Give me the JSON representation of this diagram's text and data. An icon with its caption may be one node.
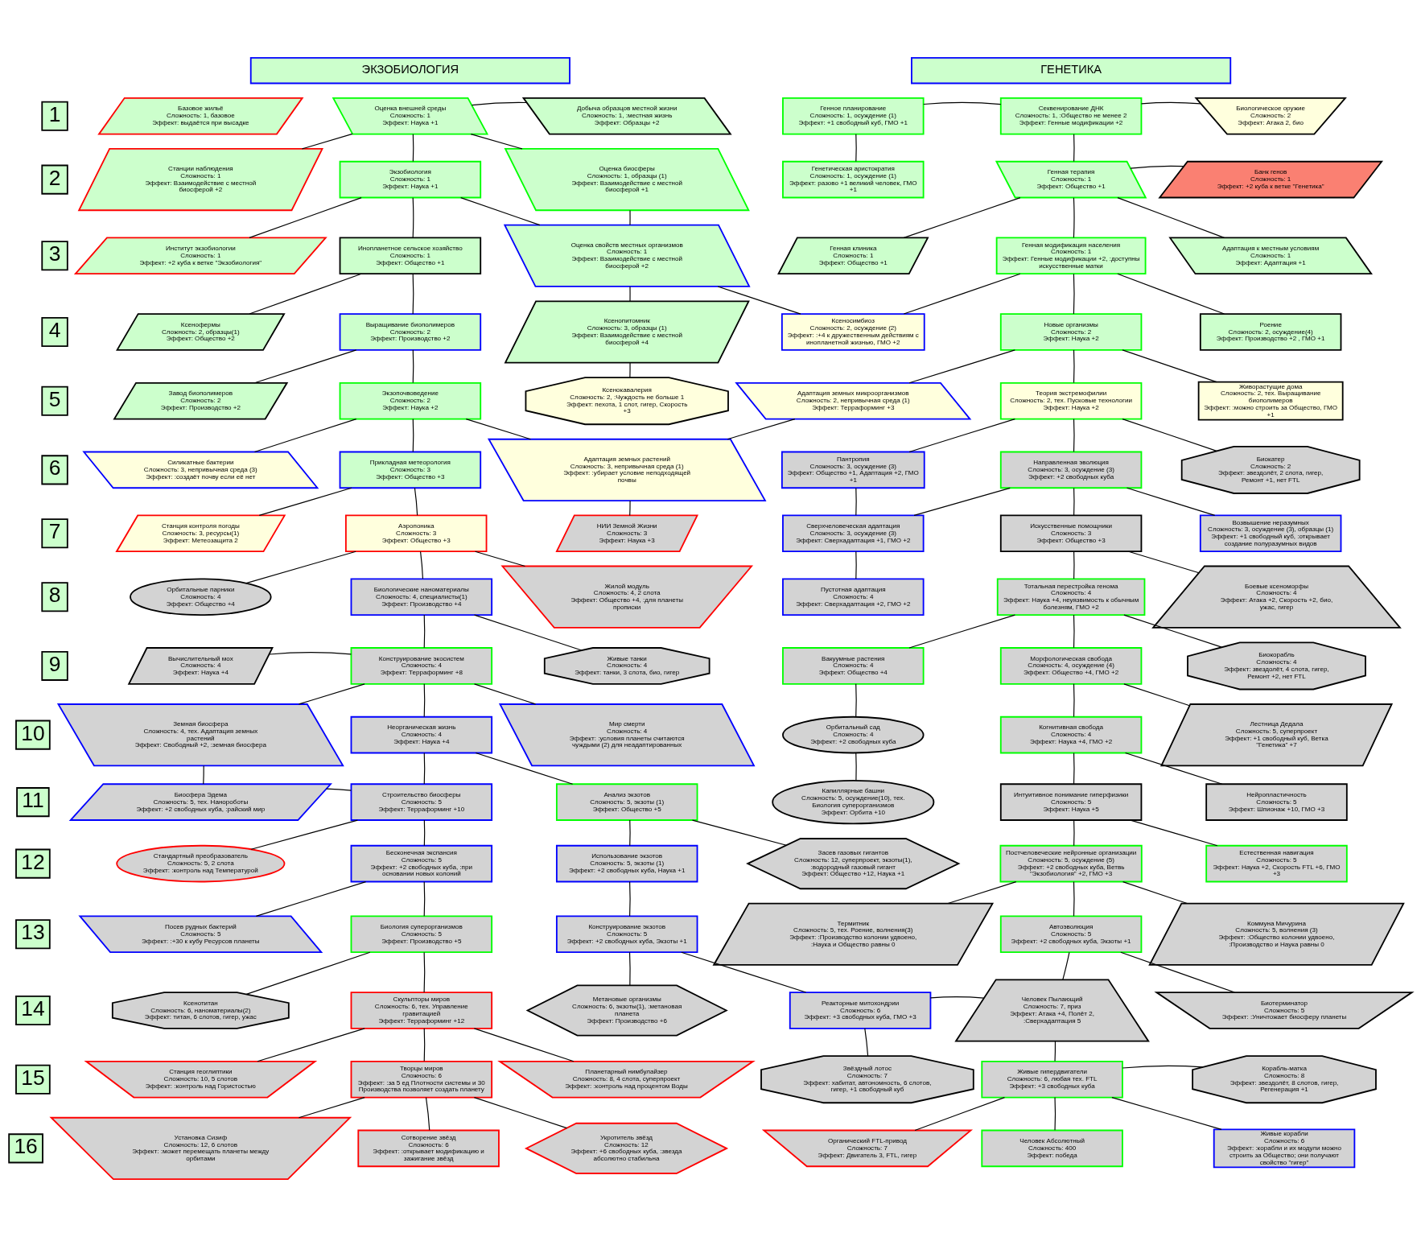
{
  "diagram": {
    "nodes": [
      {
        "text": [
          "ЭКЗОБИОЛОГИЯ"
        ]
      },
      {
        "text": [
          "ГЕНЕТИКА"
        ]
      },
      {
        "text": [
          "1"
        ]
      },
      {
        "text": [
          "Базовое жильё",
          "Сложность: 1, базовое",
          "Эффект: выдаётся при высадке"
        ]
      },
      {
        "text": [
          "Оценка внешней среды",
          "Сложность: 1",
          "Эффект: Наука +1"
        ]
      },
      {
        "text": [
          "Добыча образцов местной жизни",
          "Сложность: 1, :местная жизнь",
          "Эффект: Образцы +2"
        ]
      },
      {
        "text": [
          "Генное планирование",
          "Сложность: 1, осуждение (1)",
          "Эффект: +1 свободный куб, ГМО +1"
        ]
      },
      {
        "text": [
          "Секвенирование ДНК",
          "Сложность: 1, :Общество не менее 2",
          "Эффект: Генные модификации +2"
        ]
      },
      {
        "text": [
          "Биологическое оружие",
          "Сложность: 2",
          "Эффект: Атака 2, био"
        ]
      },
      {
        "text": [
          "2"
        ]
      },
      {
        "text": [
          "Станции наблюдения",
          "Сложность: 1",
          "Эффект: Взаимодействие с местной биосферой +2"
        ]
      },
      {
        "text": [
          "Экзобиология",
          "Сложность: 1",
          "Эффект: Наука +1"
        ]
      },
      {
        "text": [
          "Оценка биосферы",
          "Сложность: 1, образцы (1)",
          "Эффект: Взаимодействие с местной биосферой +1"
        ]
      },
      {
        "text": [
          "Генетическая аристократия",
          "Сложность: 1, осуждение (1)",
          "Эффект: разово +1 великий человек, ГМО +1"
        ]
      },
      {
        "text": [
          "Генная терапия",
          "Сложность: 1",
          "Эффект: Общество +1"
        ]
      },
      {
        "text": [
          "Банк генов",
          "Сложность: 1",
          "Эффект: +2 куба к ветке \"Генетика\""
        ]
      },
      {
        "text": [
          "3"
        ]
      },
      {
        "text": [
          "Институт экзобиологии",
          "Сложность: 1",
          "Эффект: +2 куба к ветке \"Экзобиология\""
        ]
      },
      {
        "text": [
          "Инопланетное сельское хозяйство",
          "Сложность: 1",
          "Эффект: Общество +1"
        ]
      },
      {
        "text": [
          "Оценка свойств местных организмов",
          "Сложность: 1",
          "Эффект: Взаимодействие с местной биосферой +2"
        ]
      },
      {
        "text": [
          "Генная клиника",
          "Сложность: 1",
          "Эффект: Общество +1"
        ]
      },
      {
        "text": [
          "Генная модификация населения",
          "Сложность: 1",
          "Эффект: Генные модификации +2, :доступны искусственные матки"
        ]
      },
      {
        "text": [
          "Адаптация к местным условиям",
          "Сложность: 1",
          "Эффект: Адаптация +1"
        ]
      },
      {
        "text": [
          "4"
        ]
      },
      {
        "text": [
          "Ксенофермы",
          "Сложность: 2, образцы(1)",
          "Эффект: Общество +2"
        ]
      },
      {
        "text": [
          "Выращивание биополимеров",
          "Сложность: 2",
          "Эффект: Производство +2"
        ]
      },
      {
        "text": [
          "Ксенопитомник",
          "Сложность: 3, образцы (1)",
          "Эффект: Взаимодействие с местной биосферой +4"
        ]
      },
      {
        "text": [
          "Ксеносимбиоз",
          "Сложность: 2, осуждение (2)",
          "Эффект: :+4 к дружественным действиям с инопланетной жизнью, ГМО +2"
        ]
      },
      {
        "text": [
          "Новые организмы",
          "Сложность: 2",
          "Эффект: Наука +2"
        ]
      },
      {
        "text": [
          "Роение",
          "Сложность: 2, осуждение(4)",
          "Эффект: Производство +2 , ГМО +1"
        ]
      },
      {
        "text": [
          "5"
        ]
      },
      {
        "text": [
          "Завод биополимеров",
          "Сложность: 2",
          "Эффект: Производство +2"
        ]
      },
      {
        "text": [
          "Экзопочвоведение",
          "Сложность: 2",
          "Эффект: Наука +2"
        ]
      },
      {
        "text": [
          "Ксенокавалерия",
          "Сложность: 2, :Чуждость не больше 1",
          "Эффект: пехота, 1 слот, гигер, Скорость +3"
        ]
      },
      {
        "text": [
          "Адаптация земных микроорганизмов",
          "Сложность: 2, непривычная среда (1)",
          "Эффект: Терраформинг +3"
        ]
      },
      {
        "text": [
          "Теория экстремофилии",
          "Сложность: 2, тех. Пусковые технологии",
          "Эффект: Наука +2"
        ]
      },
      {
        "text": [
          "Живорастущие дома",
          "Сложность: 2, тех. Выращивание биополимеров",
          "Эффект: :можно строить за Общество, ГМО +1"
        ]
      },
      {
        "text": [
          "6"
        ]
      },
      {
        "text": [
          "Силикатные бактерии",
          "Сложность: 3, непривычная среда (3)",
          "Эффект: :создаёт почву если её нет"
        ]
      },
      {
        "text": [
          "Прикладная метеорология",
          "Сложность: 3",
          "Эффект: Общество +3"
        ]
      },
      {
        "text": [
          "Адаптация земных растений",
          "Сложность: 3, непривычная среда (1)",
          "Эффект: :убирает условие неподходящей почвы"
        ]
      },
      {
        "text": [
          "Пантропия",
          "Сложность: 3, осуждение (3)",
          "Эффект: Общество +1, Адаптация +2, ГМО +1"
        ]
      },
      {
        "text": [
          "Направленная эволюция",
          "Сложность: 3, осуждение (3)",
          "Эффект: +2 свободных куба"
        ]
      },
      {
        "text": [
          "Биокатер",
          "Сложность: 2",
          "Эффект: звездолёт, 2 слота, гигер, Ремонт +1, нет FTL"
        ]
      },
      {
        "text": [
          "7"
        ]
      },
      {
        "text": [
          "Станция контроля погоды",
          "Сложность: 3, ресурсы(1)",
          "Эффект: Метеозащита 2"
        ]
      },
      {
        "text": [
          "Аэропоника",
          "Сложность: 3",
          "Эффект: Общество +3"
        ]
      },
      {
        "text": [
          "НИИ Земной Жизни",
          "Сложность: 3",
          "Эффект: Наука +3"
        ]
      },
      {
        "text": [
          "Сверхчеловеческая адаптация",
          "Сложность: 3, осуждение (3)",
          "Эффект: Сверхадаптация +1, ГМО +2"
        ]
      },
      {
        "text": [
          "Искусственные помощники",
          "Сложность: 3",
          "Эффект: Общество +3"
        ]
      },
      {
        "text": [
          "Возвышение неразумных",
          "Сложность: 3, осуждение (3), образцы (1)",
          "Эффект: +1 свободный куб, :открывает создание полуразумных видов"
        ]
      },
      {
        "text": [
          "8"
        ]
      },
      {
        "text": [
          "Орбитальные парники",
          "Сложность: 4",
          "Эффект: Общество +4"
        ]
      },
      {
        "text": [
          "Биологические наноматериалы",
          "Сложность: 4, специалисты(1)",
          "Эффект: Производство +4"
        ]
      },
      {
        "text": [
          "Жилой модуль",
          "Сложность: 4, 2 слота",
          "Эффект: Общество +4, :для планеты прописки"
        ]
      },
      {
        "text": [
          "Пустотная адаптация",
          "Сложность: 4",
          "Эффект: Сверхадаптация +2, ГМО +2"
        ]
      },
      {
        "text": [
          "Тотальная перестройка генома",
          "Сложность: 4",
          "Эффект: Наука +4, неуязвимость к обычным болезням, ГМО +2"
        ]
      },
      {
        "text": [
          "Боевые ксеноморфы",
          "Сложность: 4",
          "Эффект: Атака +2, Скорость +2, био, ужас, гигер"
        ]
      },
      {
        "text": [
          "9"
        ]
      },
      {
        "text": [
          "Вычислительный мох",
          "Сложность: 4",
          "Эффект: Наука +4"
        ]
      },
      {
        "text": [
          "Конструирование экосистем",
          "Сложность: 4",
          "Эффект: Терраформинг +8"
        ]
      },
      {
        "text": [
          "Живые танки",
          "Сложность: 4",
          "Эффект: танки, 3 слота, био, гигер"
        ]
      },
      {
        "text": [
          "Вакуумные растения",
          "Сложность: 4",
          "Эффект: Общество +4"
        ]
      },
      {
        "text": [
          "Морфологическая свобода",
          "Сложность: 4, осуждение (4)",
          "Эффект: Общество +4, ГМО +2"
        ]
      },
      {
        "text": [
          "Биокорабль",
          "Сложность: 4",
          "Эффект: звездолёт, 4 слота, гигер, Ремонт +2, нет FTL"
        ]
      },
      {
        "text": [
          "10"
        ]
      },
      {
        "text": [
          "Земная биосфера",
          "Сложность: 4, тех. Адаптация земных растений",
          "Эффект: Свободный +2, :земная биосфера"
        ]
      },
      {
        "text": [
          "Неорганическая жизнь",
          "Сложность: 4",
          "Эффект: Наука +4"
        ]
      },
      {
        "text": [
          "Мир смерти",
          "Сложность: 4",
          "Эффект: :условия планеты считаются чуждыми (2) для неадаптированных"
        ]
      },
      {
        "text": [
          "Орбитальный сад",
          "Сложность: 4",
          "Эффект: +2 свободных куба"
        ]
      },
      {
        "text": [
          "Когнитивная свобода",
          "Сложность: 4",
          "Эффект: Наука +4, ГМО +2"
        ]
      },
      {
        "text": [
          "Лестница Дедала",
          "Сложность: 5, суперпроект",
          "Эффект: +1 свободный куб, Ветка \"Генетика\" +7"
        ]
      },
      {
        "text": [
          "11"
        ]
      },
      {
        "text": [
          "Биосфера Эдема",
          "Сложность: 5, тех. Нанороботы",
          "Эффект: +2 свободных куба, :райский мир"
        ]
      },
      {
        "text": [
          "Строительство биосферы",
          "Сложность: 5",
          "Эффект: Терраформинг +10"
        ]
      },
      {
        "text": [
          "Анализ экзотов",
          "Сложность: 5, экзоты (1)",
          "Эффект: Общество +5"
        ]
      },
      {
        "text": [
          "Капиллярные башни",
          "Сложность: 5, осуждение(10), тех. Биология суперорганизмов",
          "Эффект: Орбита +10"
        ]
      },
      {
        "text": [
          "Интуитивное понимание гиперфизики",
          "Сложность: 5",
          "Эффект: Наука +5"
        ]
      },
      {
        "text": [
          "Нейропластичность",
          "Сложность: 5",
          "Эффект: Шпионаж +10, ГМО +3"
        ]
      },
      {
        "text": [
          "12"
        ]
      },
      {
        "text": [
          "Стандартный преобразователь",
          "Сложность: 5, 2 слота",
          "Эффект: :контроль над Температурой"
        ]
      },
      {
        "text": [
          "Бесконечная экспансия",
          "Сложность: 5",
          "Эффект: +2 свободных куба, :при основании новых колоний"
        ]
      },
      {
        "text": [
          "Использование экзотов",
          "Сложность: 5, экзоты (1)",
          "Эффект: +2 свободных куба, Наука +1"
        ]
      },
      {
        "text": [
          "Засев газовых гигантов",
          "Сложность: 12, суперпроект, экзоты(1), :водородный газовый гигант",
          "Эффект: Общество +12, Наука +1"
        ]
      },
      {
        "text": [
          "Постчеловеческие нейронные организации",
          "Сложность: 5, осуждение (5)",
          "Эффект: +2 свободных куба, Ветвь \"Экзобиология\" +2, ГМО +3"
        ]
      },
      {
        "text": [
          "Естественная навигация",
          "Сложность: 5",
          "Эффект: Наука +2, Скорость FTL +6, ГМО +3"
        ]
      },
      {
        "text": [
          "13"
        ]
      },
      {
        "text": [
          "Посев рудных бактерий",
          "Сложность: 5",
          "Эффект: :+30 к кубу Ресурсов планеты"
        ]
      },
      {
        "text": [
          "Биология суперорганизмов",
          "Сложность: 5",
          "Эффект: Производство +5"
        ]
      },
      {
        "text": [
          "Конструирование экзотов",
          "Сложность: 5",
          "Эффект: +2 свободных куба, Экзоты +1"
        ]
      },
      {
        "text": [
          "Термитник",
          "Сложность: 5, тех. Роение, волнения(3)",
          "Эффект: :Производство колонии удвоено, :Наука и Общество равны 0"
        ]
      },
      {
        "text": [
          "Автоэволюция",
          "Сложность: 5",
          "Эффект: +2 свободных куба, Экзоты +1"
        ]
      },
      {
        "text": [
          "Коммуна Мичурина",
          "Сложность: 5, волнения (3)",
          "Эффект: :Общество колонии удвоено, :Производство и Наука равны 0"
        ]
      },
      {
        "text": [
          "14"
        ]
      },
      {
        "text": [
          "Ксенотитан",
          "Сложность: 6, наноматериалы(2)",
          "Эффект: титан, 6 слотов, гигер, ужас"
        ]
      },
      {
        "text": [
          "Скульпторы миров",
          "Сложность: 6, тех. Управление гравитацией",
          "Эффект: Терраформинг +12"
        ]
      },
      {
        "text": [
          "Метановые организмы",
          "Сложность: 6, экзоты(1), :метановая планета",
          "Эффект: Производство +6"
        ]
      },
      {
        "text": [
          "Реакторные митохондрии",
          "Сложность: 6",
          "Эффект: +3 свободных куба, ГМО +3"
        ]
      },
      {
        "text": [
          "Человек Пылающий",
          "Сложность: 7, приз",
          "Эффект: Атака +4, Полёт 2, :Сверхадаптация 5"
        ]
      },
      {
        "text": [
          "Биотерминатор",
          "Сложность: 5",
          "Эффект: :Уничтожает биосферу планеты"
        ]
      },
      {
        "text": [
          "15"
        ]
      },
      {
        "text": [
          "Станция геоглиптики",
          "Сложность: 10, 5 слотов",
          "Эффект: :контроль над Гористостью"
        ]
      },
      {
        "text": [
          "Творцы миров",
          "Сложность: 6",
          "Эффект: :за 5 ед Плотности системы и 30 Производства позволяет создать планету"
        ]
      },
      {
        "text": [
          "Планетарный нимбулайзер",
          "Сложность: 8, 4 слота, суперпроект",
          "Эффект: :контроль над процентом Воды"
        ]
      },
      {
        "text": [
          "Звёздный лотос",
          "Сложность: 7",
          "Эффект: хабитат, автономность, 6 слотов, гигер, +1 свободный куб"
        ]
      },
      {
        "text": [
          "Живые гипердвигатели",
          "Сложность: 6, любая тех. FTL",
          "Эффект: +3 свободных куба"
        ]
      },
      {
        "text": [
          "Корабль-матка",
          "Сложность: 8",
          "Эффект: звездолёт, 8 слотов, гигер, Регенерация +1"
        ]
      },
      {
        "text": [
          "16"
        ]
      },
      {
        "text": [
          "Установка Сизиф",
          "Сложность: 12, 6 слотов",
          "Эффект: :может перемещать планеты между орбитами"
        ]
      },
      {
        "text": [
          "Сотворение звёзд",
          "Сложность: 6",
          "Эффект: :открывает модификацию и зажигание звёзд"
        ]
      },
      {
        "text": [
          "Укротитель звёзд",
          "Сложность: 12",
          "Эффект: +6 свободных куба, :звезда абсолютно стабильна"
        ]
      },
      {
        "text": [
          "Органический FTL-привод",
          "Сложность: 7",
          "Эффект: Двигатель 3, FTL, гигер"
        ]
      },
      {
        "text": [
          "Человек Абсолютный",
          "Сложность: 400",
          "Эффект: победа"
        ]
      },
      {
        "text": [
          "Живые корабли",
          "Сложность: 6",
          "Эффект: :корабли и их модули можно строить за Общество; они получают свойство \"гигер\""
        ]
      }
    ],
    "edges": [
      {
        "from": 4,
        "to": 5,
        "arrow": "none"
      },
      {
        "from": 4,
        "to": 10,
        "arrow": "none"
      },
      {
        "from": 4,
        "to": 11,
        "arrow": "none"
      },
      {
        "from": 4,
        "to": 12,
        "arrow": "none"
      },
      {
        "from": 6,
        "to": 7,
        "arrow": "none"
      },
      {
        "from": 7,
        "to": 8,
        "arrow": "none"
      },
      {
        "from": 6,
        "to": 13,
        "arrow": "none"
      },
      {
        "from": 7,
        "to": 14,
        "arrow": "none"
      },
      {
        "from": 11,
        "to": 17,
        "arrow": "none"
      },
      {
        "from": 11,
        "to": 18,
        "arrow": "none"
      },
      {
        "from": 11,
        "to": 19,
        "arrow": "none"
      },
      {
        "from": 12,
        "to": 19,
        "arrow": "none"
      },
      {
        "from": 14,
        "to": 15,
        "arrow": "none"
      },
      {
        "from": 14,
        "to": 20,
        "arrow": "none"
      },
      {
        "from": 14,
        "to": 21,
        "arrow": "none"
      },
      {
        "from": 14,
        "to": 22,
        "arrow": "none"
      },
      {
        "from": 18,
        "to": 24,
        "arrow": "none"
      },
      {
        "from": 18,
        "to": 25,
        "arrow": "none"
      },
      {
        "from": 19,
        "to": 26,
        "arrow": "none"
      },
      {
        "from": 19,
        "to": 27,
        "arrow": "none"
      },
      {
        "from": 21,
        "to": 27,
        "arrow": "none"
      },
      {
        "from": 21,
        "to": 28,
        "arrow": "none"
      },
      {
        "from": 21,
        "to": 29,
        "arrow": "none"
      },
      {
        "from": 25,
        "to": 31,
        "arrow": "none"
      },
      {
        "from": 25,
        "to": 32,
        "arrow": "none"
      },
      {
        "from": 26,
        "to": 33,
        "arrow": "none"
      },
      {
        "from": 28,
        "to": 34,
        "arrow": "none"
      },
      {
        "from": 28,
        "to": 35,
        "arrow": "none"
      },
      {
        "from": 28,
        "to": 36,
        "arrow": "none"
      },
      {
        "from": 32,
        "to": 38,
        "arrow": "none"
      },
      {
        "from": 32,
        "to": 39,
        "arrow": "none"
      },
      {
        "from": 32,
        "to": 40,
        "arrow": "none"
      },
      {
        "from": 34,
        "to": 40,
        "arrow": "none"
      },
      {
        "from": 35,
        "to": 41,
        "arrow": "none"
      },
      {
        "from": 35,
        "to": 42,
        "arrow": "none"
      },
      {
        "from": 35,
        "to": 43,
        "arrow": "none"
      },
      {
        "from": 39,
        "to": 45,
        "arrow": "none"
      },
      {
        "from": 39,
        "to": 46,
        "arrow": "none"
      },
      {
        "from": 40,
        "to": 47,
        "arrow": "none"
      },
      {
        "from": 41,
        "to": 48,
        "arrow": "none"
      },
      {
        "from": 42,
        "to": 48,
        "arrow": "none"
      },
      {
        "from": 42,
        "to": 49,
        "arrow": "none"
      },
      {
        "from": 42,
        "to": 50,
        "arrow": "none"
      },
      {
        "from": 46,
        "to": 52,
        "arrow": "none"
      },
      {
        "from": 46,
        "to": 53,
        "arrow": "none"
      },
      {
        "from": 46,
        "to": 54,
        "arrow": "none"
      },
      {
        "from": 48,
        "to": 55,
        "arrow": "none"
      },
      {
        "from": 49,
        "to": 56,
        "arrow": "none"
      },
      {
        "from": 49,
        "to": 57,
        "arrow": "none"
      },
      {
        "from": 53,
        "to": 60,
        "arrow": "none"
      },
      {
        "from": 53,
        "to": 61,
        "arrow": "none"
      },
      {
        "from": 59,
        "to": 60,
        "arrow": "none"
      },
      {
        "from": 56,
        "to": 62,
        "arrow": "none"
      },
      {
        "from": 56,
        "to": 63,
        "arrow": "none"
      },
      {
        "from": 56,
        "to": 64,
        "arrow": "none"
      },
      {
        "from": 60,
        "to": 66,
        "arrow": "none"
      },
      {
        "from": 60,
        "to": 67,
        "arrow": "none"
      },
      {
        "from": 60,
        "to": 68,
        "arrow": "none"
      },
      {
        "from": 62,
        "to": 69,
        "arrow": "none"
      },
      {
        "from": 63,
        "to": 70,
        "arrow": "none"
      },
      {
        "from": 63,
        "to": 71,
        "arrow": "none"
      },
      {
        "from": 66,
        "to": 73,
        "arrow": "none"
      },
      {
        "from": 67,
        "to": 74,
        "arrow": "none"
      },
      {
        "from": 67,
        "to": 75,
        "arrow": "none"
      },
      {
        "from": 73,
        "to": 74,
        "arrow": "none"
      },
      {
        "from": 69,
        "to": 76,
        "arrow": "none"
      },
      {
        "from": 70,
        "to": 77,
        "arrow": "none"
      },
      {
        "from": 70,
        "to": 78,
        "arrow": "none"
      },
      {
        "from": 74,
        "to": 80,
        "arrow": "none"
      },
      {
        "from": 74,
        "to": 81,
        "arrow": "none"
      },
      {
        "from": 75,
        "to": 82,
        "arrow": "none"
      },
      {
        "from": 75,
        "to": 83,
        "arrow": "none"
      },
      {
        "from": 77,
        "to": 84,
        "arrow": "none"
      },
      {
        "from": 77,
        "to": 85,
        "arrow": "none"
      },
      {
        "from": 81,
        "to": 87,
        "arrow": "none"
      },
      {
        "from": 81,
        "to": 88,
        "arrow": "none"
      },
      {
        "from": 82,
        "to": 89,
        "arrow": "none"
      },
      {
        "from": 84,
        "to": 90,
        "arrow": "none"
      },
      {
        "from": 84,
        "to": 91,
        "arrow": "none"
      },
      {
        "from": 84,
        "to": 92,
        "arrow": "none"
      },
      {
        "from": 88,
        "to": 94,
        "arrow": "none"
      },
      {
        "from": 88,
        "to": 95,
        "arrow": "none"
      },
      {
        "from": 89,
        "to": 96,
        "arrow": "none"
      },
      {
        "from": 89,
        "to": 97,
        "arrow": "none"
      },
      {
        "from": 91,
        "to": 98,
        "arrow": "none"
      },
      {
        "from": 91,
        "to": 99,
        "arrow": "none"
      },
      {
        "from": 97,
        "to": 98,
        "arrow": "none"
      },
      {
        "from": 95,
        "to": 101,
        "arrow": "none"
      },
      {
        "from": 95,
        "to": 102,
        "arrow": "none"
      },
      {
        "from": 95,
        "to": 103,
        "arrow": "none"
      },
      {
        "from": 97,
        "to": 104,
        "arrow": "none"
      },
      {
        "from": 98,
        "to": 105,
        "arrow": "none"
      },
      {
        "from": 105,
        "to": 106,
        "arrow": "none"
      },
      {
        "from": 102,
        "to": 108,
        "arrow": "none"
      },
      {
        "from": 102,
        "to": 109,
        "arrow": "none"
      },
      {
        "from": 102,
        "to": 110,
        "arrow": "none"
      },
      {
        "from": 105,
        "to": 111,
        "arrow": "none"
      },
      {
        "from": 105,
        "to": 112,
        "arrow": "none"
      },
      {
        "from": 105,
        "to": 113,
        "arrow": "none"
      }
    ]
  }
}
